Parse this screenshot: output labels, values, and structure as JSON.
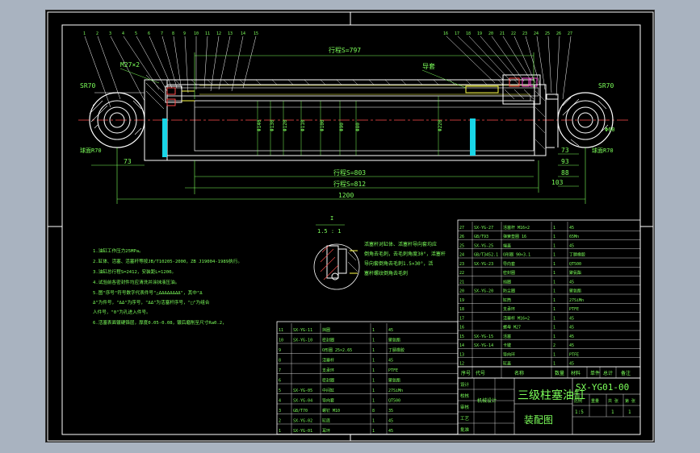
{
  "drawing": {
    "view_label": "I",
    "view_scale": "1.5 : 1",
    "balloons_left": [
      "1",
      "2",
      "3",
      "4",
      "5",
      "6",
      "7",
      "8",
      "9",
      "10",
      "11",
      "12",
      "13",
      "14",
      "15"
    ],
    "balloons_right": [
      "16",
      "17",
      "18",
      "19",
      "20",
      "21",
      "22",
      "23",
      "24",
      "25",
      "26",
      "27"
    ],
    "dimensions": {
      "stroke_top": "行程S=797",
      "stroke_mid": "行程S=803",
      "stroke_bot": "行程S=812",
      "total_length": "1200",
      "thread": "M27×2",
      "sr_left": "SR70",
      "sr_right": "SR70",
      "ball_left": "球面R70",
      "ball_right": "球面R70",
      "d73_left": "73",
      "d73_right": "73",
      "d93": "93",
      "d88": "88",
      "d103": "103",
      "phi60": "Φ60",
      "bore_labels": [
        "Φ140",
        "Φ130",
        "Φ120",
        "Φ110",
        "Φ100",
        "Φ90",
        "Φ80"
      ],
      "bore_right": "Φ220",
      "guide": "导套"
    },
    "tech_notes": [
      "1.油缸工作压力25MPa。",
      "2.缸体、活塞、活塞杆等按JB/T10205-2000，ZB J19004-1989执行。",
      "3.油缸总行程S=2412，安装距L=1200。",
      "4.试验前各密封件均应清洗并涂抹液压油。",
      "5.图\"序号\"符号数字代表件号\"△ΔΔΔΔΔΔΔΔ\"，其中\"Δ",
      "Δ\"为件号，\"ΔΔ\"为序号，\"ΔΔ\"为活塞杆序号，\"□\"为组合",
      "人件号，\"0\"为孔进入件号。",
      "6.活塞表面镀硬铬层，厚度0.05-0.08，镀后磨削至尺寸Ra0.2，"
    ],
    "detail_note": [
      "活塞杆对缸体、活塞杆导向套均应",
      "倒角去毛刺，去毛刺角度30°，活塞杆",
      "导向套倒角去毛刺1.5×30°，活",
      "塞杆螺纹倒角去毛刺"
    ]
  },
  "title_block": {
    "drawing_name": "三级柱塞油缸",
    "drawing_sub": "装配图",
    "drawing_number": "SX-YG01-00",
    "company_tag": "机械设计",
    "headers": [
      "序号",
      "代号",
      "名称",
      "数量",
      "材料",
      "单件",
      "总计",
      "备注"
    ],
    "signature_labels": [
      "设计",
      "校核",
      "审核",
      "工艺",
      "批准"
    ],
    "parts_right": [
      {
        "no": "27",
        "code": "SX-YG-27",
        "name": "活塞杆 M16×2",
        "qty": "1",
        "mat": "45"
      },
      {
        "no": "26",
        "code": "GB/T93",
        "name": "弹簧垫圈 16",
        "qty": "1",
        "mat": "65Mn"
      },
      {
        "no": "25",
        "code": "SX-YG-25",
        "name": "端盖",
        "qty": "1",
        "mat": "45"
      },
      {
        "no": "24",
        "code": "GB/T3452.1",
        "name": "O形圈 90×3.1",
        "qty": "1",
        "mat": "丁腈橡胶"
      },
      {
        "no": "23",
        "code": "SX-YG-23",
        "name": "导向套",
        "qty": "1",
        "mat": "QT500"
      },
      {
        "no": "22",
        "code": "",
        "name": "密封圈",
        "qty": "1",
        "mat": "聚氨酯"
      },
      {
        "no": "21",
        "code": "",
        "name": "挡圈",
        "qty": "1",
        "mat": "45"
      },
      {
        "no": "20",
        "code": "SX-YG-20",
        "name": "防尘圈",
        "qty": "1",
        "mat": "聚氨酯"
      },
      {
        "no": "19",
        "code": "",
        "name": "缸筒",
        "qty": "1",
        "mat": "27SiMn"
      },
      {
        "no": "18",
        "code": "",
        "name": "支承环",
        "qty": "1",
        "mat": "PTFE"
      },
      {
        "no": "17",
        "code": "",
        "name": "活塞杆 M16×2",
        "qty": "1",
        "mat": "45"
      },
      {
        "no": "16",
        "code": "",
        "name": "螺母 M27",
        "qty": "1",
        "mat": "45"
      },
      {
        "no": "15",
        "code": "SX-YG-15",
        "name": "活塞",
        "qty": "1",
        "mat": "45"
      },
      {
        "no": "14",
        "code": "SX-YG-14",
        "name": "卡键",
        "qty": "2",
        "mat": "45"
      },
      {
        "no": "13",
        "code": "",
        "name": "导向环",
        "qty": "1",
        "mat": "PTFE"
      },
      {
        "no": "12",
        "code": "",
        "name": "缸盖",
        "qty": "1",
        "mat": "45"
      }
    ],
    "parts_left": [
      {
        "no": "11",
        "code": "SX-YG-11",
        "name": "挡圈",
        "qty": "1",
        "mat": "45"
      },
      {
        "no": "10",
        "code": "SX-YG-10",
        "name": "密封圈",
        "qty": "1",
        "mat": "聚氨酯"
      },
      {
        "no": "9",
        "code": "",
        "name": "O形圈 25×2.65",
        "qty": "1",
        "mat": "丁腈橡胶"
      },
      {
        "no": "8",
        "code": "",
        "name": "活塞杆",
        "qty": "1",
        "mat": "45"
      },
      {
        "no": "7",
        "code": "",
        "name": "支承环",
        "qty": "1",
        "mat": "PTFE"
      },
      {
        "no": "6",
        "code": "",
        "name": "密封圈",
        "qty": "1",
        "mat": "聚氨酯"
      },
      {
        "no": "5",
        "code": "SX-YG-05",
        "name": "中间缸",
        "qty": "1",
        "mat": "27SiMn"
      },
      {
        "no": "4",
        "code": "SX-YG-04",
        "name": "导向套",
        "qty": "1",
        "mat": "QT500"
      },
      {
        "no": "3",
        "code": "GB/T70",
        "name": "螺钉 M10",
        "qty": "8",
        "mat": "35"
      },
      {
        "no": "2",
        "code": "SX-YG-02",
        "name": "缸底",
        "qty": "1",
        "mat": "45"
      },
      {
        "no": "1",
        "code": "SX-YG-01",
        "name": "耳环",
        "qty": "1",
        "mat": "45"
      }
    ],
    "scale_labels": [
      "比例",
      "重量",
      "共 张",
      "第 张"
    ],
    "scale_values": [
      "1:5",
      "",
      "1",
      "1"
    ]
  }
}
